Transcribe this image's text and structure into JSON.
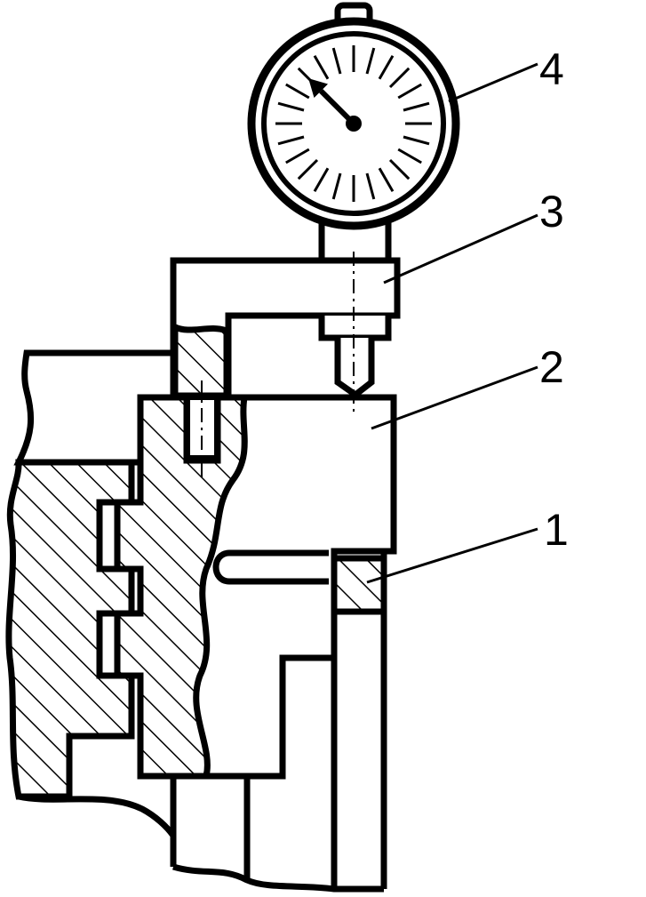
{
  "callouts": [
    {
      "id": "1",
      "label": "1"
    },
    {
      "id": "2",
      "label": "2"
    },
    {
      "id": "3",
      "label": "3"
    },
    {
      "id": "4",
      "label": "4"
    }
  ],
  "colors": {
    "ink": "#000000",
    "paper": "#ffffff"
  },
  "dial": {
    "tick_count": 24,
    "needle_reading_fraction": 0.875
  }
}
